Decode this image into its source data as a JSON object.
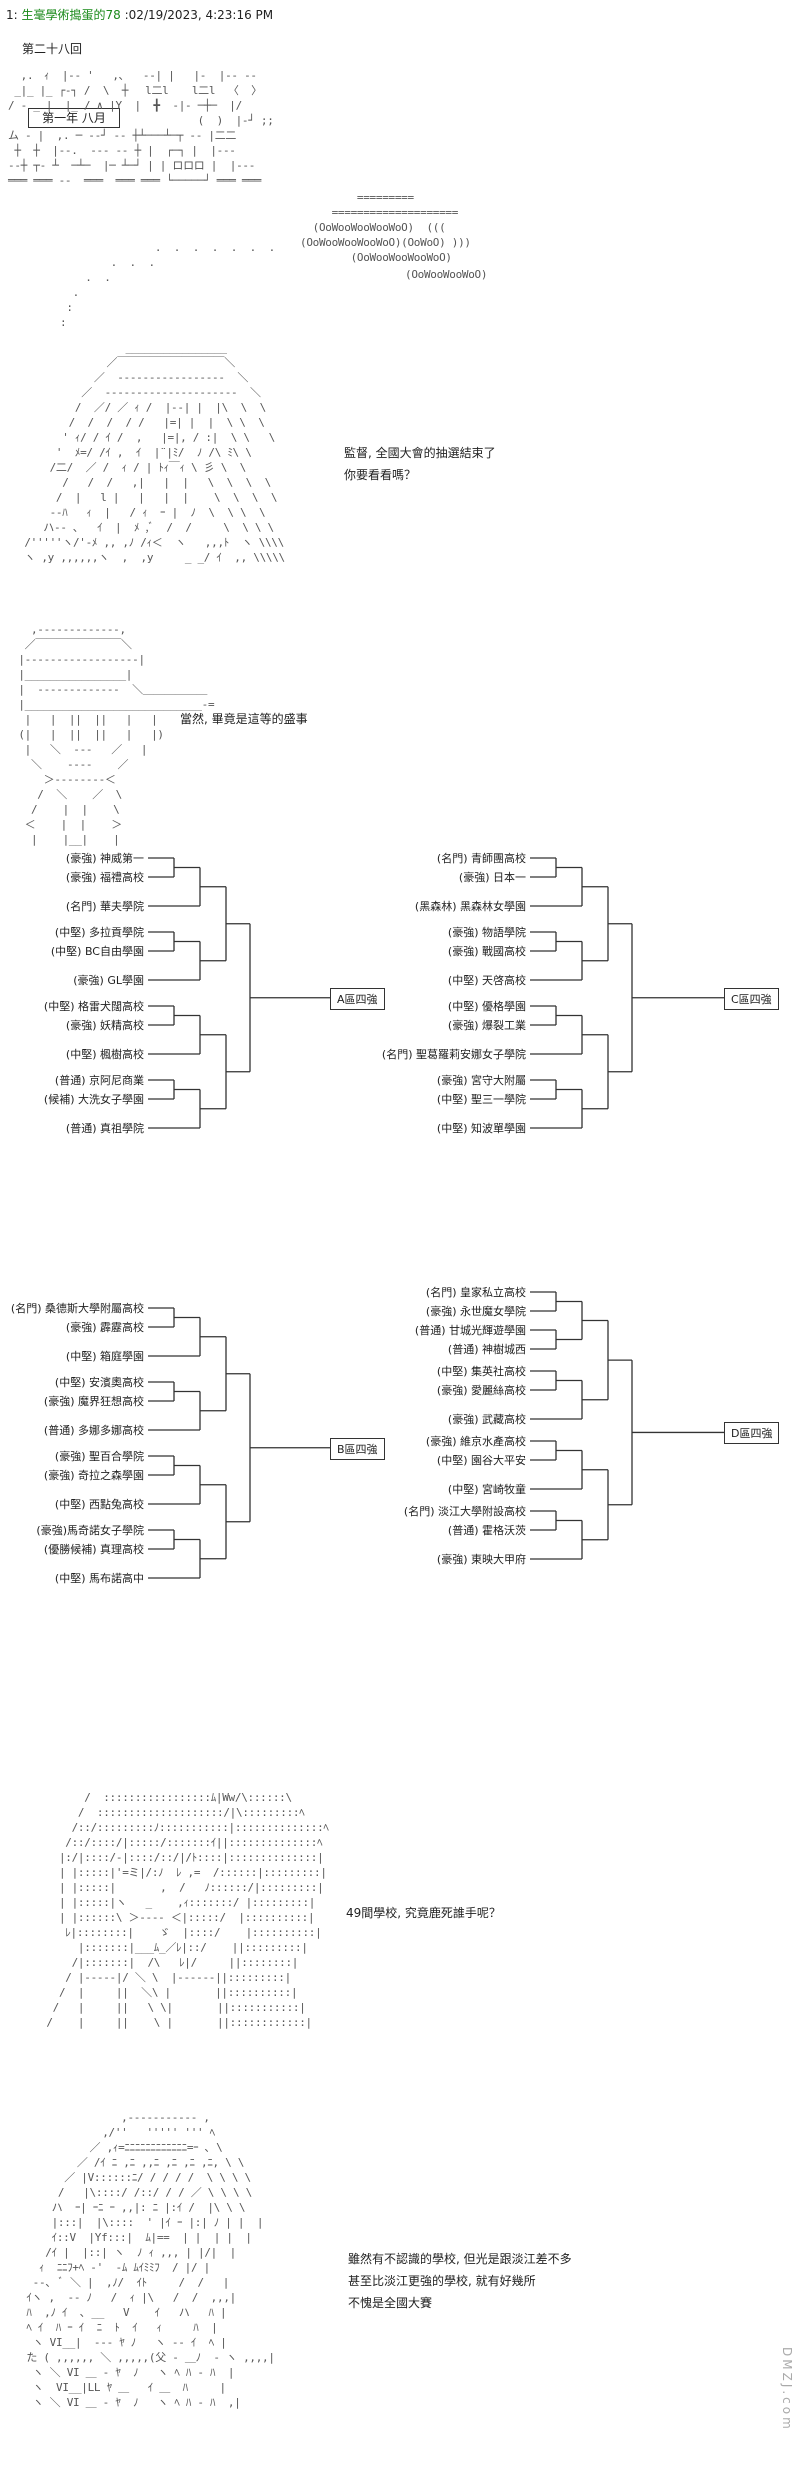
{
  "header": {
    "number": "1:",
    "name": "生毫學術搗蛋的78",
    "datetime": ":02/19/2023, 4:23:16 PM"
  },
  "chapter_title": "第二十八回",
  "scene1": {
    "month_label": "第一年 八月",
    "crowd_text": "(OoWooWooWoO)"
  },
  "dialogue": {
    "line1a": "監督, 全國大會的抽選結束了",
    "line1b": "你要看看嗎？",
    "line2": "當然, 畢竟是這等的盛事",
    "line3": "49間學校, 究竟鹿死誰手呢？",
    "line4a": "雖然有不認識的學校, 但光是跟淡江差不多",
    "line4b": "甚至比淡江更強的學校, 就有好幾所",
    "line4c": "不愧是全國大賽"
  },
  "bracket": {
    "A": {
      "label": "A區四強",
      "teams": [
        "(豪強) 神威第一",
        "(豪強) 福禮高校",
        "(名門) 華夫學院",
        "(中堅) 多拉貢學院",
        "(中堅) BC自由學園",
        "(豪強) GL學園",
        "(中堅) 格雷犬闊高校",
        "(豪強) 妖精高校",
        "(中堅) 楓樹高校",
        "(普通) 京阿尼商業",
        "(候補) 大洗女子學園",
        "(普通) 真祖學院"
      ]
    },
    "B": {
      "label": "B區四強",
      "teams": [
        "(名門) 桑德斯大學附屬高校",
        "(豪強) 霹靂高校",
        "(中堅) 箱庭學園",
        "(中堅) 安濱奧高校",
        "(豪強) 魔界狂想高校",
        "(普通) 多娜多娜高校",
        "(豪強) 聖百合學院",
        "(豪強) 奇拉之森學園",
        "(中堅) 西點兔高校",
        "(豪強)馬奇諾女子學院",
        "(優勝候補) 真理高校",
        "(中堅) 馬布諾高中"
      ]
    },
    "C": {
      "label": "C區四強",
      "teams": [
        "(名門) 青師團高校",
        "(豪強) 日本一",
        "(黑森林) 黑森林女學園",
        "(豪強) 物語學院",
        "(豪強) 戰國高校",
        "(中堅) 天啓高校",
        "(中堅) 優格學園",
        "(豪強) 爆裂工業",
        "(名門) 聖葛羅莉安娜女子學院",
        "(豪強) 宮守大附屬",
        "(中堅) 聖三一學院",
        "(中堅) 知波單學園"
      ]
    },
    "D": {
      "label": "D區四強",
      "teams": [
        "(名門) 皇家私立高校",
        "(豪強) 永世魔女學院",
        "(普通) 甘城光輝遊學園",
        "(普通) 神樹城西",
        "(中堅) 集英社高校",
        "(豪強) 愛麗絲高校",
        "(豪強) 武藏高校",
        "(豪強) 維京水產高校",
        "(中堅) 園谷大平安",
        "(中堅) 宮崎牧童",
        "(名門) 淡江大學附設高校",
        "(普通) 霍格沃茨",
        "(豪強) 東映大甲府"
      ]
    }
  },
  "watermark": "DMZJ.com"
}
